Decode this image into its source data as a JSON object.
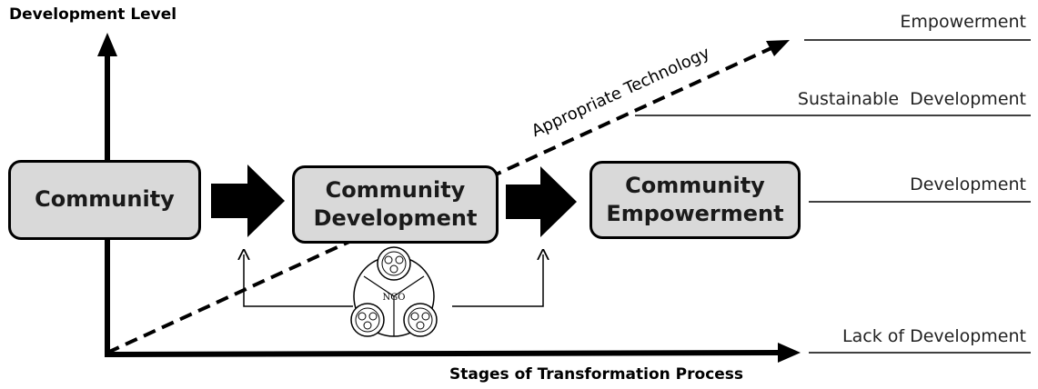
{
  "y_axis_label": "Development Level",
  "x_axis_label": "Stages of Transformation Process",
  "levels": {
    "empowerment": "Empowerment",
    "sustainable": "Sustainable  Development",
    "development": "Development",
    "lack": "Lack of Development"
  },
  "boxes": {
    "community": [
      "Community"
    ],
    "community_development": [
      "Community",
      "Development"
    ],
    "community_empowerment": [
      "Community",
      "Empowerment"
    ]
  },
  "trend_label": "Appropriate Technology",
  "ngo_label": "NGO",
  "colors": {
    "box_fill": "#d9d9d9",
    "stroke": "#000000"
  }
}
